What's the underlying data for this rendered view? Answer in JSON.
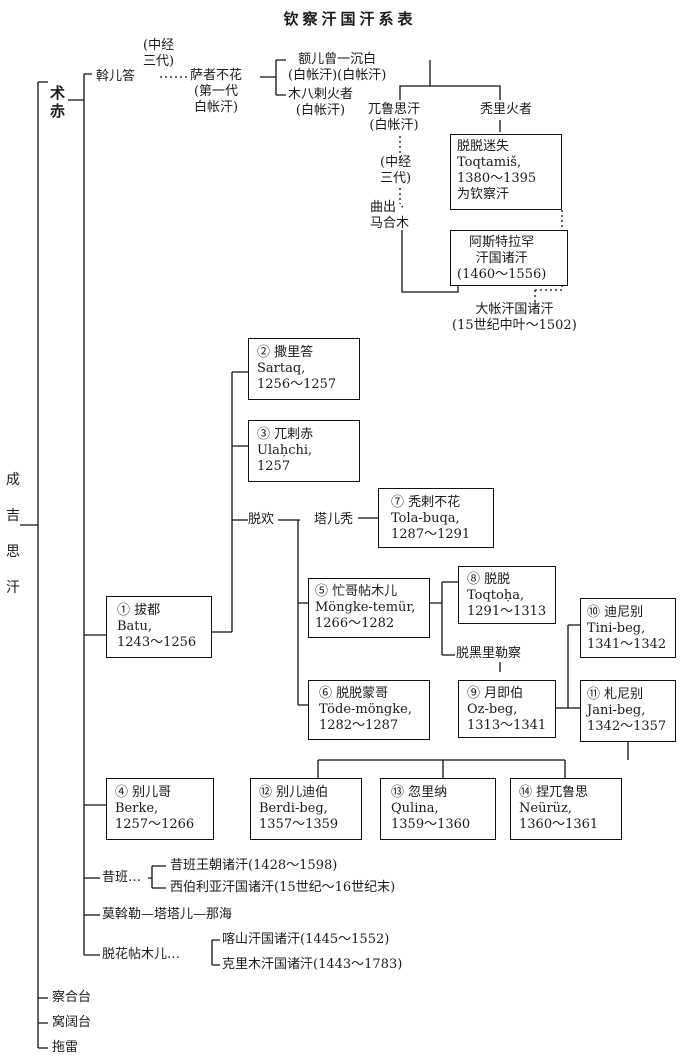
{
  "title": "钦察汗国汗系表",
  "root": [
    "成",
    "吉",
    "思",
    "汗"
  ],
  "muchi": [
    "术",
    "赤"
  ],
  "top_section": {
    "orda_note": "(中经\n三代)",
    "orda": "斡儿答",
    "sasaq": "萨者不花\n(第一代\n白帐汗)",
    "erzhen": "额儿曾一沉白\n(白帐汗)(白帐汗)",
    "mubala": "木八剌火者\n(白帐汗)",
    "urus": "兀鲁思汗\n(白帐汗)",
    "urus_note": "(中经\n三代)",
    "quchu": "曲出 ·\n马合木",
    "tuli": "秃里火者",
    "toqtamish": "脱脱迷失\nToqtamiš,\n1380～1395\n为钦察汗",
    "astrakhan": "阿斯特拉罕\n汗国诸汗\n(1460～1556)",
    "great_horde": "大帐汗国诸汗\n(15世纪中叶～1502)"
  },
  "batu_line": {
    "batu": "① 拔都\nBatu,\n1243～1256",
    "sartaq": "② 撒里答\nSartaq,\n1256～1257",
    "ulaqchi": "③ 兀剌赤\nUlaḥchi,\n1257",
    "tokhan": "脱欢",
    "tarbu": "塔儿秃",
    "tolabuqa": "⑦ 秃剌不花\nTola-buqa,\n1287～1291",
    "mongke": "⑤ 忙哥帖木儿\nMöngke-temür,\n1266～1282",
    "toqtoha": "⑧ 脱脱\nToqtoḥa,\n1291～1313",
    "toghril": "脱黑里勒察",
    "tode": "⑥ 脱脱蒙哥\nTöde-möngke,\n1282～1287",
    "ozbeg": "⑨ 月即伯\nOz-beg,\n1313～1341",
    "tinibeg": "⑩ 迪尼别\nTini-beg,\n1341～1342",
    "janibeg": "⑪ 札尼别\nJani-beg,\n1342～1357",
    "berdibeg": "⑫ 别儿迪伯\nBerdi-beg,\n1357～1359",
    "qulina": "⑬ 忽里纳\nQulina,\n1359～1360",
    "neuruz": "⑭ 捏兀鲁思\nNeürüz,\n1360～1361"
  },
  "berke": "④ 别儿哥\nBerke,\n1257～1266",
  "shiban": {
    "name": "昔班…",
    "a": "昔班王朝诸汗(1428～1598)",
    "b": "西伯利亚汗国诸汗(15世纪～16世纪末)"
  },
  "mowuleh": "莫斡勒—塔塔儿—那海",
  "tuqa": {
    "name": "脱花帖木儿…",
    "a": "喀山汗国诸汗(1445～1552)",
    "b": "克里木汗国诸汗(1443～1783)"
  },
  "others": [
    "察合台",
    "窝阔台",
    "拖雷"
  ]
}
